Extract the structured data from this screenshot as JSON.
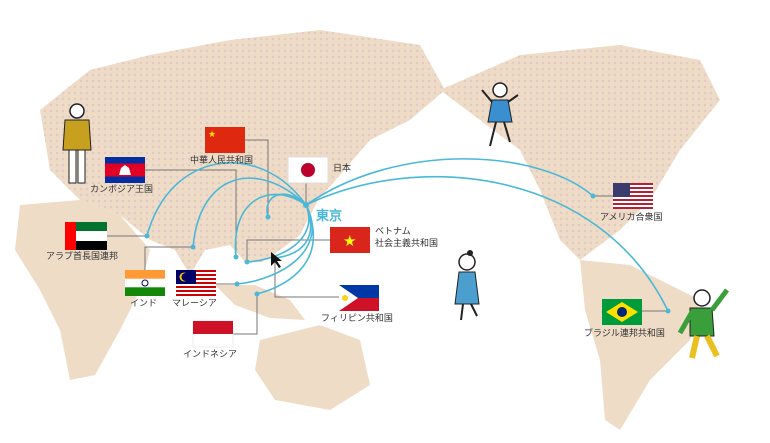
{
  "hub": {
    "label": "東京"
  },
  "countries": {
    "japan": {
      "label": "日本"
    },
    "china": {
      "label": "中華人民共和国"
    },
    "cambodia": {
      "label": "カンボジア王国"
    },
    "uae": {
      "label": "アラブ首長国連邦"
    },
    "india": {
      "label": "インド"
    },
    "malaysia": {
      "label": "マレーシア"
    },
    "indonesia": {
      "label": "インドネシア"
    },
    "vietnam": {
      "label_line1": "ベトナム",
      "label_line2": "社会主義共和国"
    },
    "philippines": {
      "label": "フィリピン共和国"
    },
    "usa": {
      "label": "アメリカ合衆国"
    },
    "brazil": {
      "label": "ブラジル連邦共和国"
    }
  },
  "colors": {
    "route": "#4bb8d8",
    "land": "#eedcc6",
    "leader": "#777777"
  }
}
